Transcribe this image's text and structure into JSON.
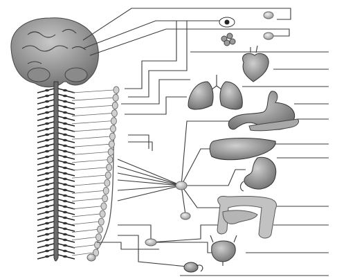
{
  "figure": {
    "kind": "autonomic nervous system diagram",
    "labels": [],
    "structures": [
      "brain",
      "spinal-cord",
      "sympathetic-chain",
      "eye",
      "salivary-gland",
      "heart",
      "lungs",
      "stomach",
      "pancreas",
      "liver",
      "kidney",
      "large-intestine",
      "small-intestine",
      "bladder",
      "reproductive-organ",
      "celiac-ganglion",
      "mesenteric-ganglion",
      "ciliary-ganglion",
      "submandibular-ganglion",
      "inferior-ganglion",
      "pelvic-ganglion"
    ]
  },
  "colors": {
    "line": "#3a3a3a",
    "organ": "#8c8c8c",
    "organ_dark": "#5a5a5a",
    "ganglion": "#bdbdbd",
    "background": "#ffffff"
  }
}
